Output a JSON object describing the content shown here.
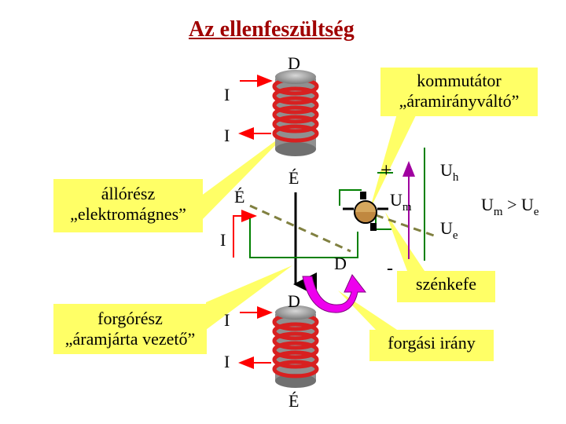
{
  "title": "Az ellenfeszültség",
  "labels": {
    "D_top": "D",
    "I_1": "I",
    "I_2": "I",
    "I_3": "I",
    "I_4": "I",
    "I_5": "I",
    "E_top": "É",
    "E_left": "É",
    "D_mid": "D",
    "D_rotor": "D",
    "E_bottom": "É",
    "plus": "+",
    "minus": "-",
    "Uh_main": "U",
    "Uh_sub": "h",
    "Um_main": "U",
    "Um_sub": "m",
    "Ue_main": "U",
    "Ue_sub": "e",
    "rel_um": "U",
    "rel_m": "m",
    "rel_gt": " > U",
    "rel_e": "e"
  },
  "boxes": {
    "kommutator_line1": "kommutátor",
    "kommutator_line2": "„áramirányváltó”",
    "allorez_line1": "állórész",
    "allorez_line2": "„elektromágnes”",
    "forgorez_line1": "forgórész",
    "forgorez_line2": "„áramjárta vezető”",
    "szenkefe": "szénkefe",
    "forgasi": "forgási irány"
  },
  "colors": {
    "title": "#a00000",
    "callout": "#ffff66",
    "coil": "#d82020",
    "core": "#a0a0a0",
    "arrow_red": "#ff0000",
    "green": "#008000",
    "purple": "#a000a0",
    "dashed": "#808040",
    "rotation": "#ee00ee"
  }
}
